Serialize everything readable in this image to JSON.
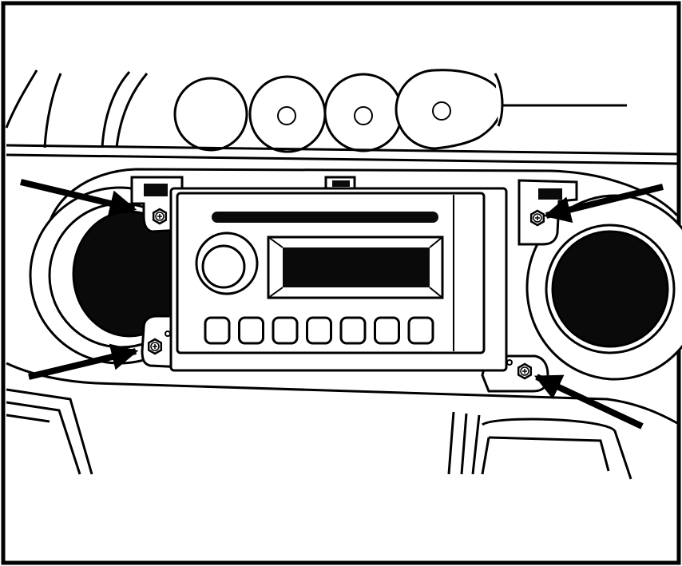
{
  "figure": {
    "kind": "line-art",
    "subject": "radio-head-unit-removal",
    "colors": {
      "ink": "#000000",
      "paper": "#ffffff",
      "fill_dark": "#0a0a0a"
    },
    "callouts": [
      {
        "id": "arrow-upper-left",
        "points_to": "upper-left-mounting-screw"
      },
      {
        "id": "arrow-lower-left",
        "points_to": "lower-left-mounting-screw"
      },
      {
        "id": "arrow-upper-right",
        "points_to": "upper-right-mounting-screw"
      },
      {
        "id": "arrow-lower-right",
        "points_to": "lower-right-mounting-screw"
      }
    ],
    "radio": {
      "preset_button_count": 7,
      "has_cd_slot": true,
      "has_volume_knob": true,
      "has_display": true
    },
    "gauge_count": 4,
    "speaker_count": 2,
    "mounting_screw_count": 4
  }
}
